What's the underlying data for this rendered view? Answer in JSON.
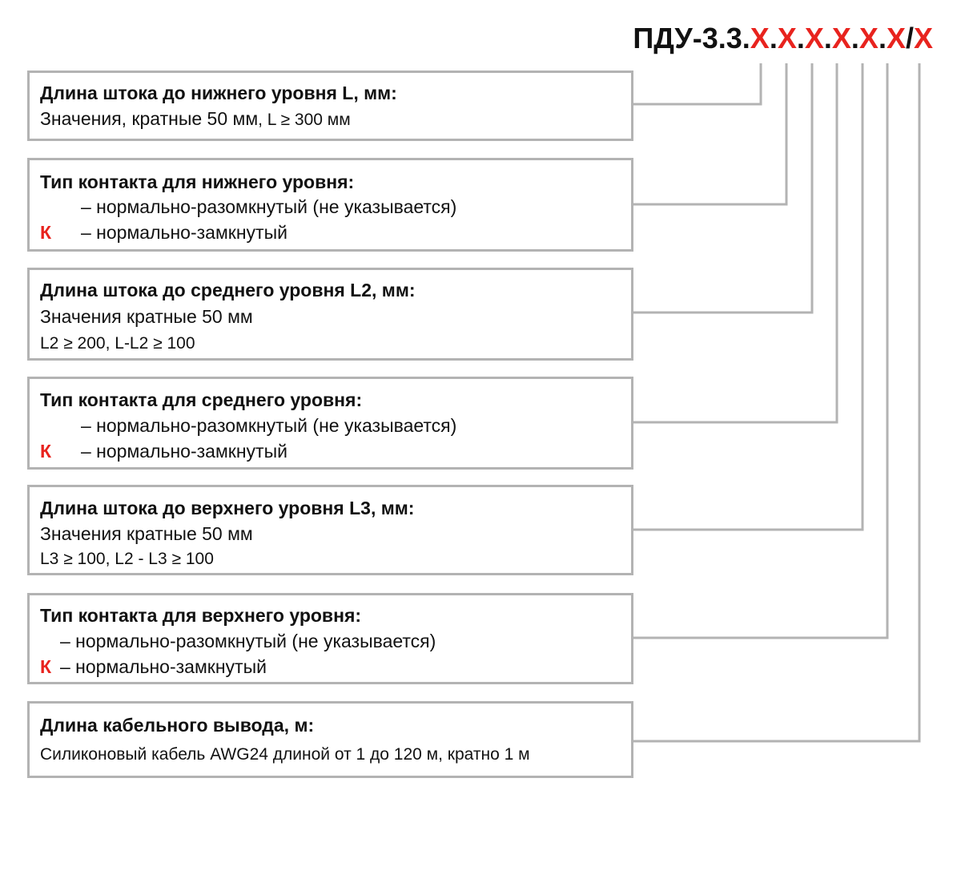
{
  "code": {
    "prefix": "ПДУ-3.3.",
    "variable": "Х",
    "separator": ".",
    "slash": "/"
  },
  "sections": {
    "lower_length": {
      "title": "Длина штока до нижнего уровня L, мм:",
      "line1_main": "Значения, кратные 50 мм",
      "line1_extra": ", L ≥ 300 мм"
    },
    "lower_contact": {
      "title": "Тип контакта для нижнего уровня:",
      "no_option": "– нормально-разомкнутый (не указывается)",
      "nc_code": "К",
      "nc_option": "– нормально-замкнутый"
    },
    "middle_length": {
      "title": "Длина штока до среднего уровня L2, мм:",
      "line1": "Значения кратные 50 мм",
      "line2": "L2 ≥ 200, L-L2 ≥ 100"
    },
    "middle_contact": {
      "title": "Тип контакта для среднего уровня:",
      "no_option": "– нормально-разомкнутый (не указывается)",
      "nc_code": "К",
      "nc_option": "– нормально-замкнутый"
    },
    "upper_length": {
      "title": "Длина штока до верхнего уровня L3, мм:",
      "line1": "Значения кратные 50 мм",
      "line2": "L3 ≥ 100, L2 - L3 ≥ 100"
    },
    "upper_contact": {
      "title": "Тип контакта для верхнего уровня:",
      "no_option": "– нормально-разомкнутый (не указывается)",
      "nc_code": "К",
      "nc_option": "– нормально-замкнутый"
    },
    "cable": {
      "title": "Длина кабельного вывода, м:",
      "line1": "Силиконовый кабель AWG24 длиной от 1 до 120 м, кратно 1 м"
    }
  },
  "colors": {
    "accent": "#e8231e",
    "border": "#b3b3b3",
    "text": "#111111"
  }
}
